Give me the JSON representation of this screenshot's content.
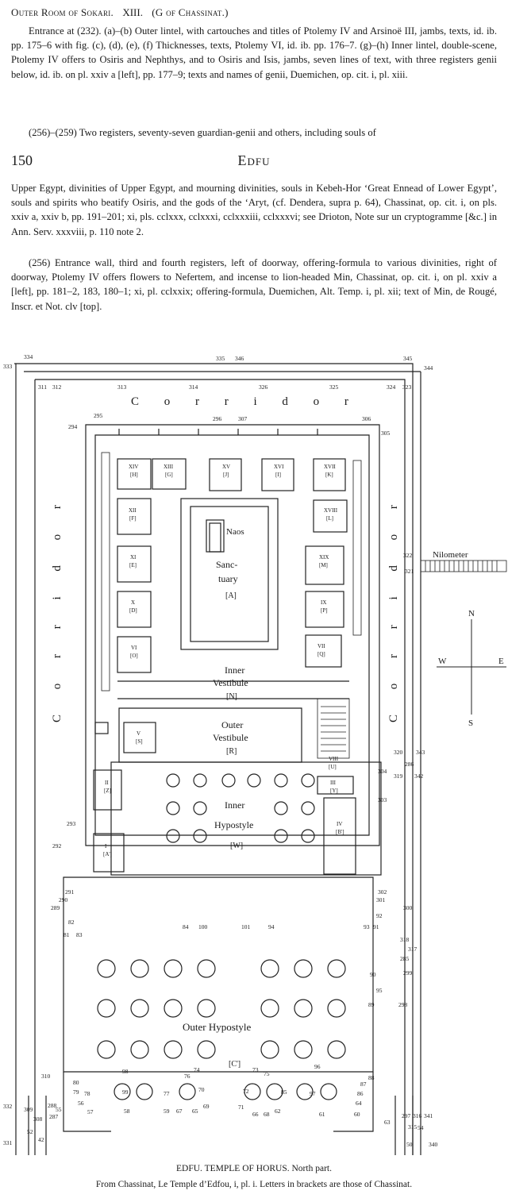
{
  "header": {
    "label": "Outer Room of Sokari.",
    "number": "XIII.",
    "note": "(G of Chassinat.)"
  },
  "para1": "Entrance at (232). (a)–(b) Outer lintel, with cartouches and titles of Ptolemy IV and Arsinoë III, jambs, texts, id. ib. pp. 175–6 with fig. (c), (d), (e), (f) Thicknesses, texts, Ptolemy VI, id. ib. pp. 176–7. (g)–(h) Inner lintel, double-scene, Ptolemy IV offers to Osiris and Nephthys, and to Osiris and Isis, jambs, seven lines of text, with three registers genii below, id. ib. on pl. xxiv a [left], pp. 177–9; texts and names of genii, Duemichen, op. cit. i, pl. xiii.",
  "para2": "(256)–(259) Two registers, seventy-seven guardian-genii and others, including souls of",
  "page_number": "150",
  "running_title": "Edfu",
  "para3": "Upper Egypt, divinities of Upper Egypt, and mourning divinities, souls in Kebeh-Hor ‘Great Ennead of Lower Egypt’, souls and spirits who beatify Osiris, and the gods of the ‘Aryt, (cf. Dendera, supra p. 64), Chassinat, op. cit. i, on pls. xxiv a, xxiv b, pp. 191–201; xi, pls. cclxxx, cclxxxi, cclxxxiii, cclxxxvi; see Drioton, Note sur un cryptogramme [&c.] in Ann. Serv. xxxviii, p. 110 note 2.",
  "para4": "(256) Entrance wall, third and fourth registers, left of doorway, offering-formula to various divinities, right of doorway, Ptolemy IV offers flowers to Nefertem, and incense to lion-headed Min, Chassinat, op. cit. i, on pl. xxiv a [left], pp. 181–2, 183, 180–1; xi, pl. cclxxix; offering-formula, Duemichen, Alt. Temp. i, pl. xii; text of Min, de Rougé, Inscr. et Not. clv [top].",
  "plan": {
    "corridor_top": "C o r r i d o r",
    "corridor_left": "C o r r i d o r",
    "corridor_right": "C o r r i d o r",
    "naos": "Naos",
    "sanctuary_1": "Sanc-",
    "sanctuary_2": "tuary",
    "sanctuary_letter": "[A]",
    "inner_vestibule_1": "Inner",
    "inner_vestibule_2": "Vestibule",
    "inner_vestibule_letter": "[N]",
    "outer_vestibule_1": "Outer",
    "outer_vestibule_2": "Vestibule",
    "outer_vestibule_letter": "[R]",
    "inner_hypostyle_1": "Inner",
    "inner_hypostyle_2": "Hypostyle",
    "inner_hypostyle_letter": "[W]",
    "outer_hypostyle": "Outer Hypostyle",
    "outer_hypostyle_letter": "[C']",
    "nilometer": "Nilometer",
    "compass_n": "N",
    "compass_s": "S",
    "compass_e": "E",
    "compass_w": "W",
    "rooms": [
      {
        "roman": "XIV",
        "letter": "[H]"
      },
      {
        "roman": "XIII",
        "letter": "[G]"
      },
      {
        "roman": "XV",
        "letter": "[J]"
      },
      {
        "roman": "XVI",
        "letter": "[I]"
      },
      {
        "roman": "XVII",
        "letter": "[K]"
      },
      {
        "roman": "XII",
        "letter": "[F]"
      },
      {
        "roman": "XVIII",
        "letter": "[L]"
      },
      {
        "roman": "XI",
        "letter": "[E]"
      },
      {
        "roman": "XIX",
        "letter": "[M]"
      },
      {
        "roman": "X",
        "letter": "[D]"
      },
      {
        "roman": "IX",
        "letter": "[P]"
      },
      {
        "roman": "VI",
        "letter": "[O]"
      },
      {
        "roman": "VII",
        "letter": "[Q]"
      },
      {
        "roman": "V",
        "letter": "[S]"
      },
      {
        "roman": "VIII",
        "letter": "[U]"
      },
      {
        "roman": "II",
        "letter": "[Z]"
      },
      {
        "roman": "III",
        "letter": "[Y]"
      },
      {
        "roman": "I",
        "letter": "[A']"
      },
      {
        "roman": "IV",
        "letter": "[B']"
      }
    ],
    "numbers": [
      "333",
      "334",
      "335",
      "346",
      "345",
      "344",
      "311",
      "312",
      "313",
      "314",
      "326",
      "325",
      "324",
      "323",
      "295",
      "296",
      "307",
      "306",
      "294",
      "305",
      "322",
      "321",
      "293",
      "292",
      "291",
      "290",
      "289",
      "302",
      "301",
      "300",
      "304",
      "303",
      "343",
      "342",
      "320",
      "319",
      "286",
      "82",
      "81",
      "83",
      "84",
      "100",
      "101",
      "94",
      "93",
      "91",
      "92",
      "318",
      "317",
      "285",
      "299",
      "90",
      "95",
      "89",
      "298",
      "80",
      "79",
      "310",
      "332",
      "309",
      "308",
      "331",
      "42",
      "288",
      "287",
      "55",
      "56",
      "57",
      "78",
      "98",
      "99",
      "58",
      "77",
      "76",
      "74",
      "70",
      "69",
      "59",
      "67",
      "65",
      "73",
      "75",
      "71",
      "72",
      "66",
      "68",
      "62",
      "85",
      "96",
      "97",
      "61",
      "60",
      "64",
      "63",
      "87",
      "88",
      "86",
      "297",
      "316",
      "341",
      "315",
      "54",
      "340",
      "50",
      "52"
    ]
  },
  "caption_line1": "EDFU. TEMPLE OF HORUS. North part.",
  "caption_line2": "From Chassinat, Le Temple d’Edfou, i, pl. i. Letters in brackets are those of Chassinat."
}
